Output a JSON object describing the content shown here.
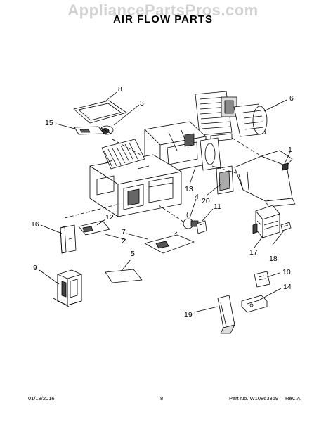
{
  "watermark": "AppliancePartsPros.com",
  "title": "AIR FLOW PARTS",
  "callouts": {
    "c1": "1",
    "c2": "2",
    "c3": "3",
    "c4": "4",
    "c5": "5",
    "c6": "6",
    "c7": "7",
    "c8": "8",
    "c9": "9",
    "c10": "10",
    "c11": "11",
    "c12": "12",
    "c13": "13",
    "c14": "14",
    "c15": "15",
    "c16": "16",
    "c17": "17",
    "c18": "18",
    "c19": "19",
    "c20": "20"
  },
  "footer": {
    "date": "01/18/2016",
    "page": "8",
    "part_no": "Part No. W10863369",
    "rev": "Rev. A"
  }
}
